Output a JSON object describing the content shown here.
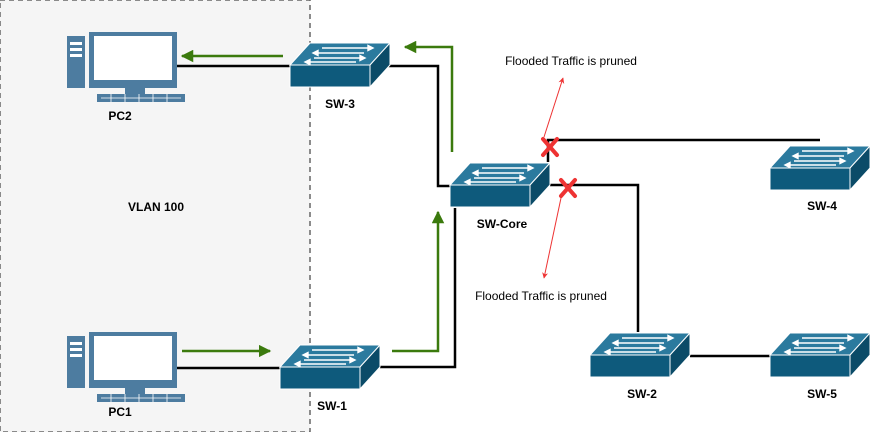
{
  "vlan": {
    "label": "VLAN 100"
  },
  "devices": {
    "pc2": "PC2",
    "pc1": "PC1",
    "sw3": "SW-3",
    "sw_core": "SW-Core",
    "sw1": "SW-1",
    "sw4": "SW-4",
    "sw2": "SW-2",
    "sw5": "SW-5"
  },
  "annotations": {
    "pruned_top": "Flooded Traffic is pruned",
    "pruned_bottom": "Flooded Traffic is pruned"
  },
  "colors": {
    "switch_top": "#2b7a9e",
    "switch_side": "#0e5a7c",
    "pc": "#4d7ca0",
    "traffic_arrow": "#3b7a0d",
    "prune_mark": "#ee3333",
    "annotation_arrow": "#ee3333",
    "link": "#000000"
  }
}
